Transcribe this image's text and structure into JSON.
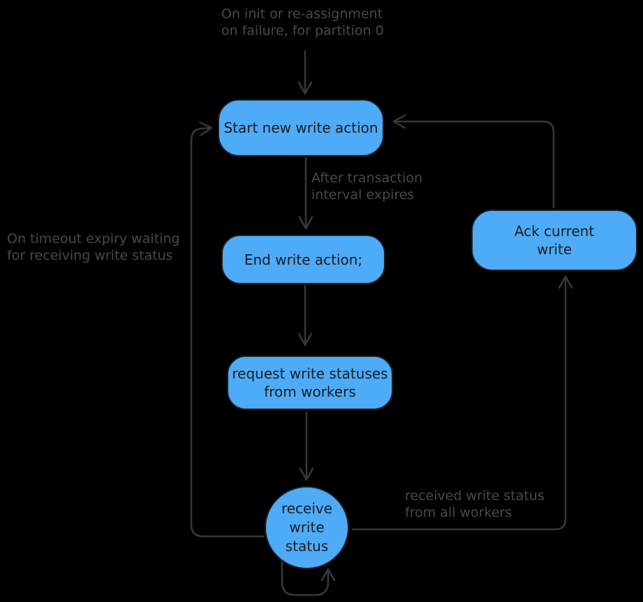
{
  "diagram": {
    "type": "flowchart",
    "style": "hand-drawn (excalidraw-like)",
    "colors": {
      "canvas_bg": "#000000",
      "node_fill": "#4dabf7",
      "node_stroke": "#1e1e1e",
      "node_text": "#1d1d1d",
      "arrow_color": "#34383c",
      "label_color": "#45494e"
    },
    "nodes": {
      "start": {
        "shape": "rounded-rectangle",
        "label": "Start new write action"
      },
      "end": {
        "shape": "rounded-rectangle",
        "label": "End write action;"
      },
      "request": {
        "shape": "rounded-rectangle",
        "label": "request write statuses\nfrom workers"
      },
      "receive": {
        "shape": "circle",
        "label": "receive\nwrite\nstatus"
      },
      "ack": {
        "shape": "rounded-rectangle",
        "label": "Ack current\nwrite"
      }
    },
    "labels": {
      "init": "On init or re-assignment\non failure, for partition 0",
      "after": "After transaction\ninterval expires",
      "timeout": "On timeout expiry waiting\nfor receiving write status",
      "received": "received write status\nfrom all workers"
    },
    "edges": [
      {
        "name": "init-to-start",
        "from": "init-note",
        "to": "start",
        "annotation": "On init or re-assignment on failure, for partition 0"
      },
      {
        "name": "start-to-end",
        "from": "start",
        "to": "end",
        "annotation": "After transaction interval expires"
      },
      {
        "name": "end-to-request",
        "from": "end",
        "to": "request",
        "annotation": ""
      },
      {
        "name": "request-to-receive",
        "from": "request",
        "to": "receive",
        "annotation": ""
      },
      {
        "name": "receive-to-ack",
        "from": "receive",
        "to": "ack",
        "annotation": "received write status from all workers"
      },
      {
        "name": "ack-to-start",
        "from": "ack",
        "to": "start",
        "annotation": ""
      },
      {
        "name": "receive-to-start",
        "from": "receive",
        "to": "start",
        "annotation": "On timeout expiry waiting for receiving write status"
      },
      {
        "name": "receive-self-loop",
        "from": "receive",
        "to": "receive",
        "annotation": ""
      }
    ]
  }
}
